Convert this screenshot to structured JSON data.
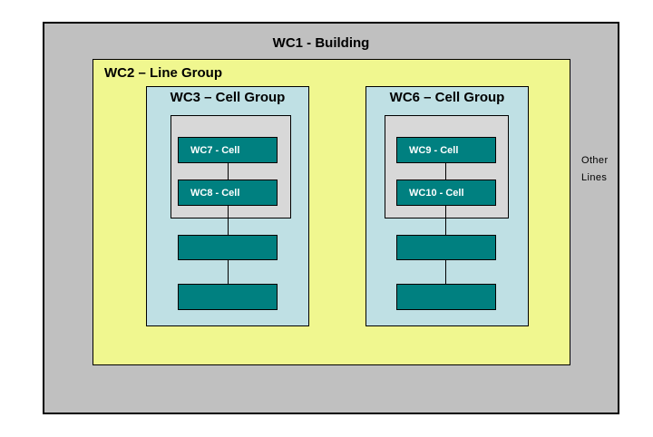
{
  "colors": {
    "page_bg": "#ffffff",
    "building_bg": "#c0c0c0",
    "line_group_bg": "#f0f78f",
    "cell_group_bg": "#bfe0e4",
    "cell_container_bg": "#d8d8d8",
    "cell_bg": "#008080",
    "cell_text": "#ffffff",
    "border": "#000000",
    "text": "#000000"
  },
  "building": {
    "label": "WC1 - Building"
  },
  "line_group": {
    "label": "WC2 – Line Group"
  },
  "cell_groups": [
    {
      "label": "WC3 – Cell Group",
      "cells": [
        {
          "label": "WC7 - Cell"
        },
        {
          "label": "WC8 - Cell"
        }
      ],
      "unlabeled_cells": 2
    },
    {
      "label": "WC6 – Cell Group",
      "cells": [
        {
          "label": "WC9 - Cell"
        },
        {
          "label": "WC10 - Cell"
        }
      ],
      "unlabeled_cells": 2
    }
  ],
  "side_note": {
    "lines": [
      "Other",
      "Lines"
    ]
  }
}
